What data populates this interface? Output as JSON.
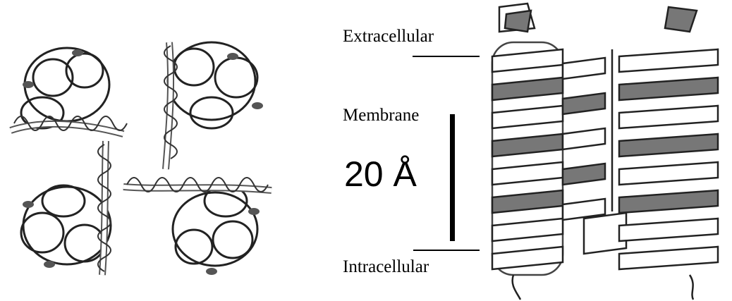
{
  "labels": {
    "extracellular": "Extracellular",
    "membrane": "Membrane",
    "scale": "20 Å",
    "intracellular": "Intracellular"
  },
  "figure": {
    "left_panel_icon": "protein-top-view-ribbon",
    "right_panel_icon": "protein-side-view-ribbon",
    "helix_shade": "#777777",
    "helix_fill": "#ffffff",
    "line_color": "#000000"
  }
}
